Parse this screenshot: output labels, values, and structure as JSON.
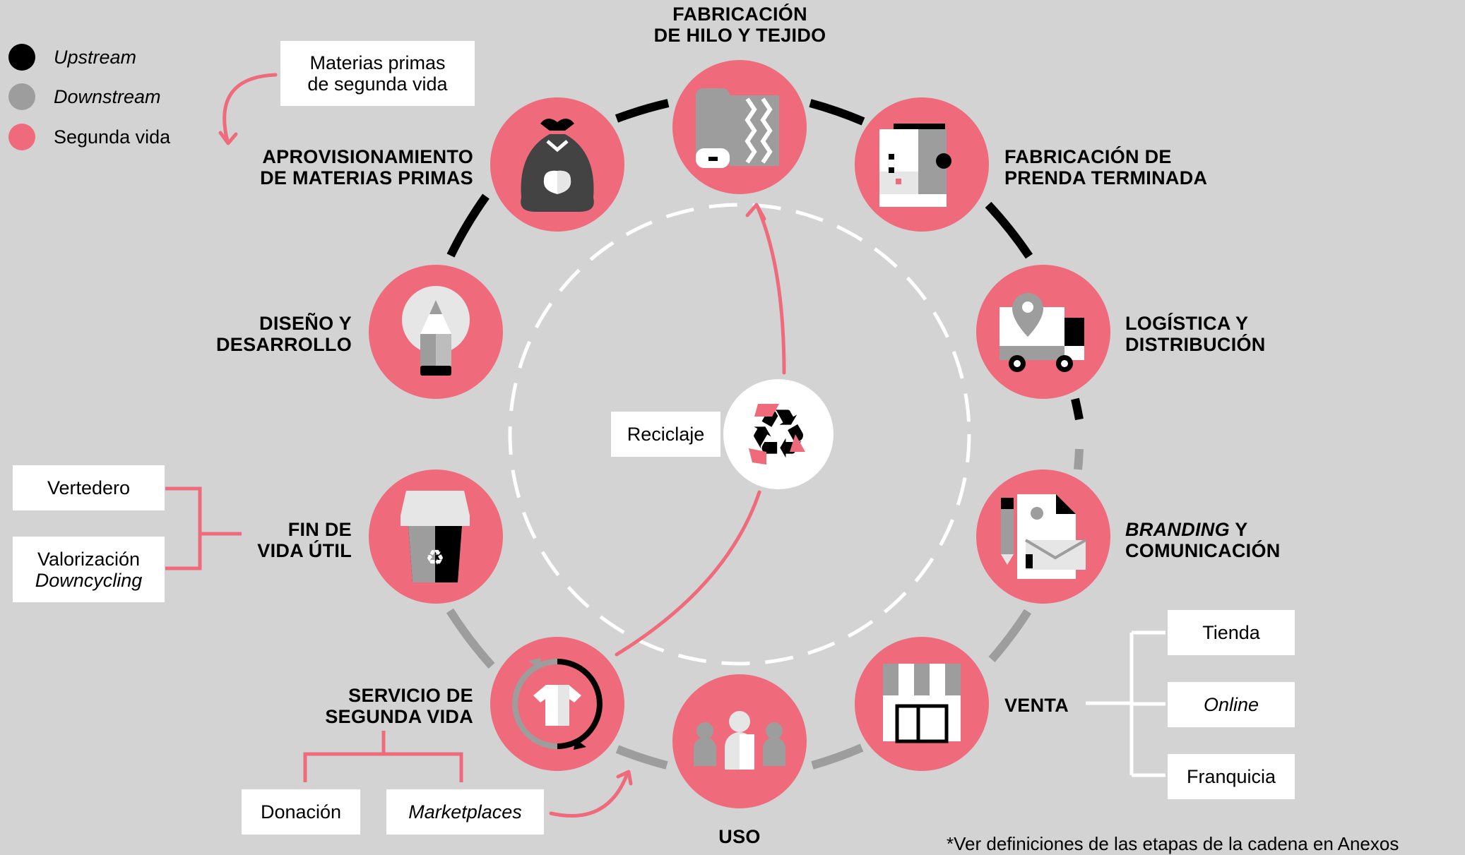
{
  "colors": {
    "upstream": "#000000",
    "downstream": "#9d9d9d",
    "second_life": "#ef6b7b",
    "background": "#d3d3d3"
  },
  "legend": [
    {
      "label": "Upstream",
      "italic": true,
      "color": "#000000"
    },
    {
      "label": "Downstream",
      "italic": true,
      "color": "#9d9d9d"
    },
    {
      "label": "Segunda vida",
      "italic": false,
      "color": "#ef6b7b"
    }
  ],
  "stages": {
    "hilo": {
      "line1": "FABRICACIÓN",
      "line2": "DE HILO Y TEJIDO",
      "icon": "fabric-roll-icon"
    },
    "prenda": {
      "line1": "FABRICACIÓN DE",
      "line2": "PRENDA TERMINADA",
      "icon": "sewing-machine-icon"
    },
    "logistica": {
      "line1": "LOGÍSTICA Y",
      "line2": "DISTRIBUCIÓN",
      "icon": "delivery-truck-icon"
    },
    "branding": {
      "line1_italic": "BRANDING",
      "line1_rest": " Y",
      "line2": "COMUNICACIÓN",
      "icon": "documents-mail-icon"
    },
    "venta": {
      "line1": "VENTA",
      "icon": "storefront-icon"
    },
    "uso": {
      "line1": "USO",
      "icon": "people-icon"
    },
    "servicio": {
      "line1": "SERVICIO DE",
      "line2": "SEGUNDA VIDA",
      "icon": "tshirt-cycle-icon"
    },
    "fin": {
      "line1": "FIN DE",
      "line2": "VIDA ÚTIL",
      "icon": "recycle-bin-icon"
    },
    "diseno": {
      "line1": "DISEÑO Y",
      "line2": "DESARROLLO",
      "icon": "lightbulb-pencil-icon"
    },
    "aprov": {
      "line1": "APROVISIONAMIENTO",
      "line2": "DE MATERIAS PRIMAS",
      "icon": "raw-material-bag-icon"
    }
  },
  "center": {
    "label": "Reciclaje",
    "icon": "recycle-icon"
  },
  "boxes": {
    "materias": {
      "line1": "Materias primas",
      "line2": "de segunda vida"
    },
    "vertedero": "Vertedero",
    "valorizacion": {
      "line1": "Valorización",
      "line2": "Downcycling"
    },
    "donacion": "Donación",
    "marketplaces": "Marketplaces",
    "venta_channels": [
      "Tienda",
      "Online",
      "Franquicia"
    ]
  },
  "footnote": "*Ver definiciones de las etapas de la cadena en Anexos"
}
